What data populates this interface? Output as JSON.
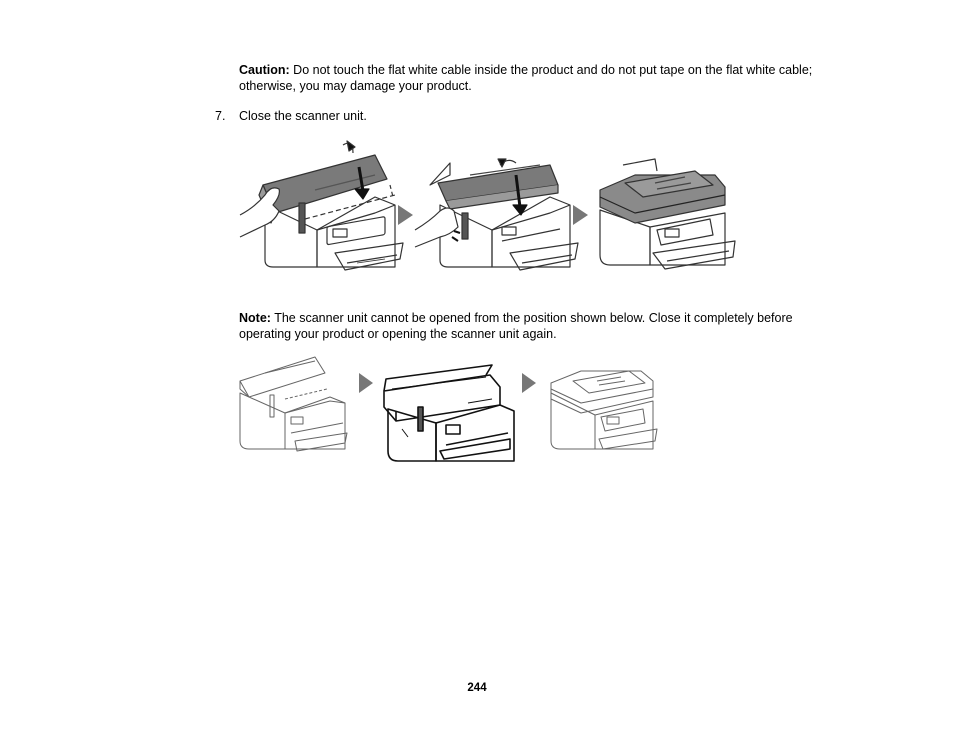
{
  "caution": {
    "label": "Caution:",
    "text": " Do not touch the flat white cable inside the product and do not put tape on the flat white cable; otherwise, you may damage your product."
  },
  "step": {
    "number": "7.",
    "text": "Close the scanner unit."
  },
  "note": {
    "label": "Note:",
    "text": " The scanner unit cannot be opened from the position shown below. Close it completely before operating your product or opening the scanner unit again."
  },
  "page_number": "244"
}
